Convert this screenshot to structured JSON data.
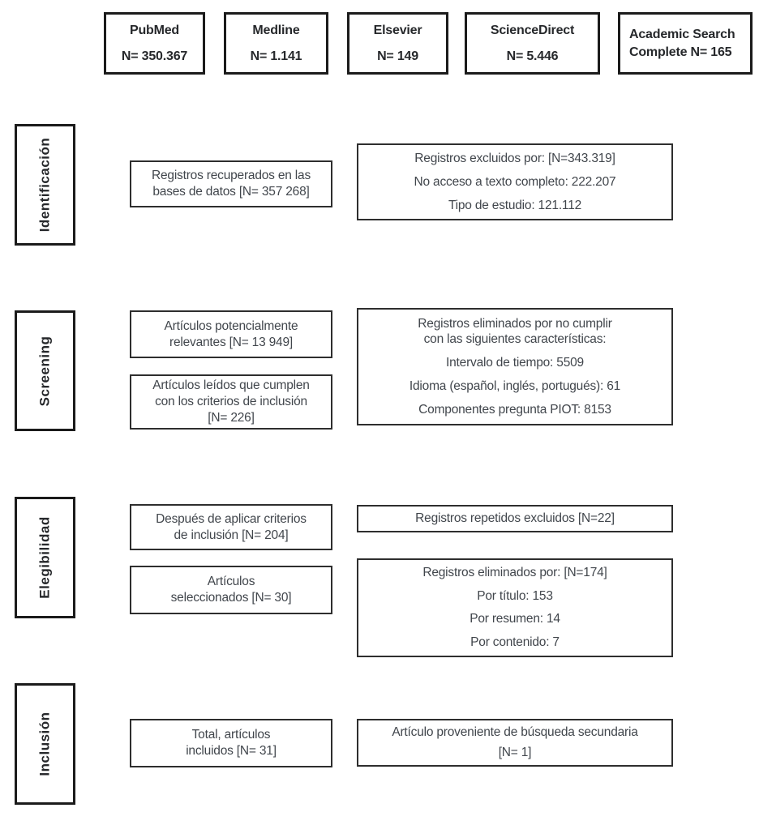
{
  "colors": {
    "background": "#ffffff",
    "border_heavy": "#1b1b1b",
    "border_light": "#2e2e2e",
    "text_heading": "#26282b",
    "text_body": "#41464c"
  },
  "databases": [
    {
      "lines": [
        "PubMed",
        "N= 350.367"
      ]
    },
    {
      "lines": [
        "Medline",
        "N= 1.141"
      ]
    },
    {
      "lines": [
        "Elsevier",
        "N= 149"
      ]
    },
    {
      "lines": [
        "ScienceDirect",
        "N= 5.446"
      ]
    },
    {
      "lines": [
        "Academic Search",
        "Complete N= 165"
      ]
    }
  ],
  "stages": [
    {
      "label": "Identificación"
    },
    {
      "label": "Screening"
    },
    {
      "label": "Elegibilidad"
    },
    {
      "label": "Inclusión"
    }
  ],
  "flow": {
    "identificacion": {
      "left": {
        "lines": [
          "Registros recuperados en las",
          "bases de datos [N= 357 268]"
        ]
      },
      "right": {
        "lines": [
          "Registros excluidos por: [N=343.319]",
          "No acceso a texto completo: 222.207",
          "Tipo de estudio: 121.112"
        ]
      }
    },
    "screening": {
      "left_top": {
        "lines": [
          "Artículos potencialmente",
          "relevantes [N= 13 949]"
        ]
      },
      "left_bottom": {
        "lines": [
          "Artículos leídos que cumplen",
          "con los criterios de inclusión",
          "[N= 226]"
        ]
      },
      "right": {
        "title_lines": [
          "Registros eliminados por no cumplir",
          "con las siguientes características:"
        ],
        "items": [
          "Intervalo de tiempo: 5509",
          "Idioma (español, inglés, portugués): 61",
          "Componentes pregunta PIOT: 8153"
        ]
      }
    },
    "elegibilidad": {
      "left_top": {
        "lines": [
          "Después de aplicar criterios",
          "de inclusión [N= 204]"
        ]
      },
      "left_bottom": {
        "lines": [
          "Artículos",
          "seleccionados [N= 30]"
        ]
      },
      "right_top": {
        "text": "Registros repetidos excluidos [N=22]"
      },
      "right_bottom": {
        "lines": [
          "Registros eliminados por: [N=174]",
          "Por título: 153",
          "Por resumen: 14",
          "Por contenido: 7"
        ]
      }
    },
    "inclusion": {
      "left": {
        "lines": [
          "Total, artículos",
          "incluidos [N= 31]"
        ]
      },
      "right": {
        "lines": [
          "Artículo proveniente de búsqueda secundaria",
          "[N= 1]"
        ]
      }
    }
  }
}
